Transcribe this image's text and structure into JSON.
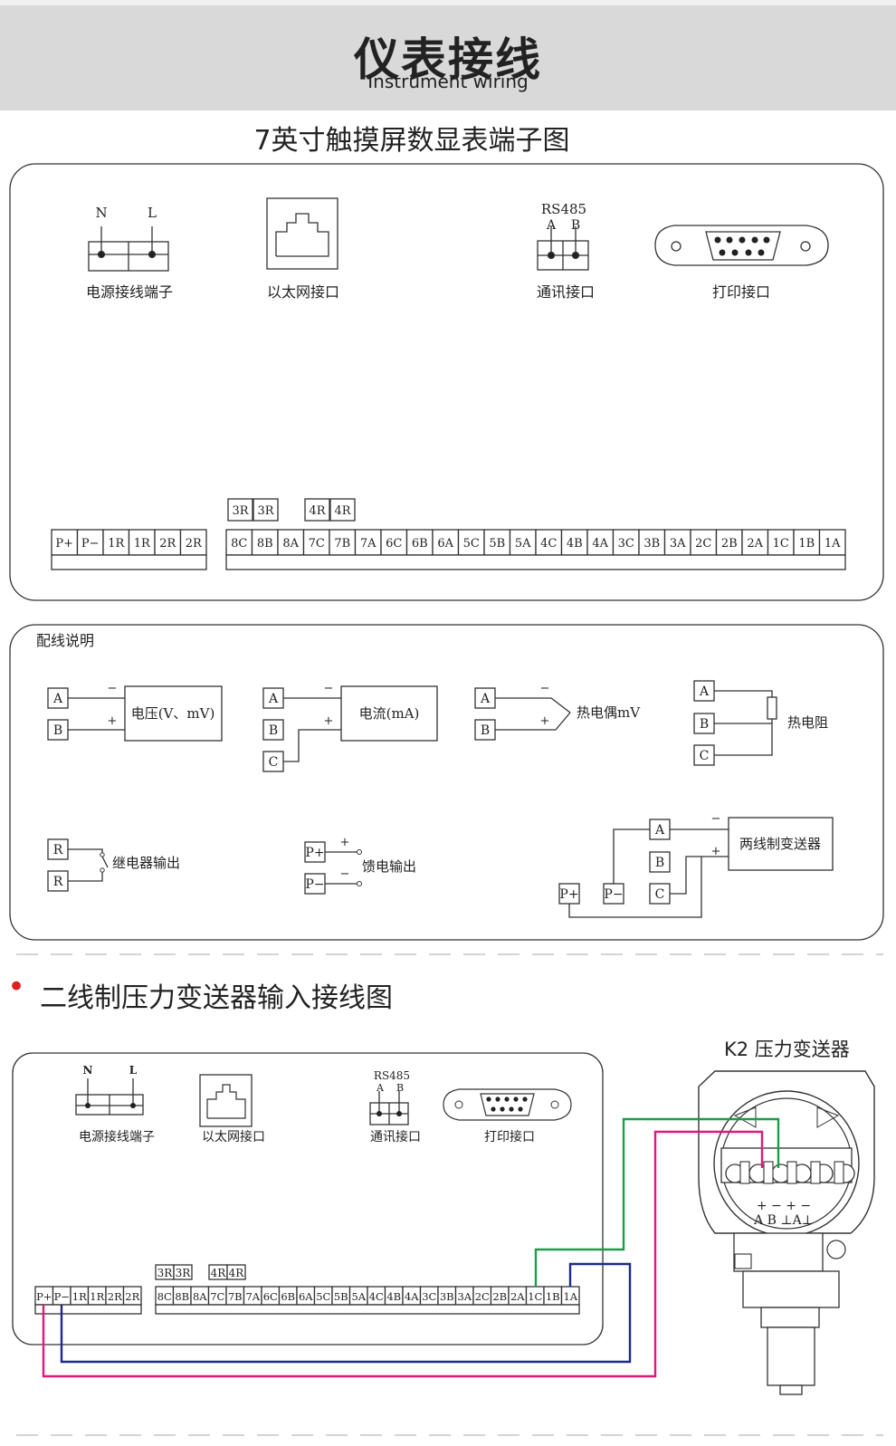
{
  "banner": {
    "title": "仪表接线",
    "subtitle": "Instrument wiring"
  },
  "section1": {
    "title": "7英寸触摸屏数显表端子图"
  },
  "panel": {
    "power": {
      "n": "N",
      "l": "L",
      "label": "电源接线端子"
    },
    "ethernet": {
      "label": "以太网接口"
    },
    "comm": {
      "rs485": "RS485",
      "a": "A",
      "b": "B",
      "label": "通讯接口"
    },
    "print": {
      "label": "打印接口"
    },
    "relay_top": [
      "3R",
      "3R",
      "4R",
      "4R"
    ],
    "left_block": [
      "P+",
      "P−",
      "1R",
      "1R",
      "2R",
      "2R"
    ],
    "right_block": [
      "8C",
      "8B",
      "8A",
      "7C",
      "7B",
      "7A",
      "6C",
      "6B",
      "6A",
      "5C",
      "5B",
      "5A",
      "4C",
      "4B",
      "4A",
      "3C",
      "3B",
      "3A",
      "2C",
      "2B",
      "2A",
      "1C",
      "1B",
      "1A"
    ]
  },
  "wiring": {
    "title": "配线说明",
    "voltage": "电压(V、mV)",
    "current": "电流(mA)",
    "thermocouple": "热电偶mV",
    "rtd": "热电阻",
    "relay": "继电器输出",
    "feed": "馈电输出",
    "transmitter": "两线制变送器",
    "term_a": "A",
    "term_b": "B",
    "term_c": "C",
    "term_r": "R",
    "p_plus": "P+",
    "p_minus": "P−",
    "plus": "+",
    "minus": "−"
  },
  "section2": {
    "bullet": "•",
    "title": "二线制压力变送器输入接线图"
  },
  "device": {
    "title": "K2 压力变送器",
    "pins": "+ − + −",
    "pin_labels": "A B ⊥A⊥"
  },
  "colors": {
    "green": "#1a9e4a",
    "magenta": "#e0187a",
    "navy": "#1d2a8c",
    "bullet": "#e02020"
  }
}
